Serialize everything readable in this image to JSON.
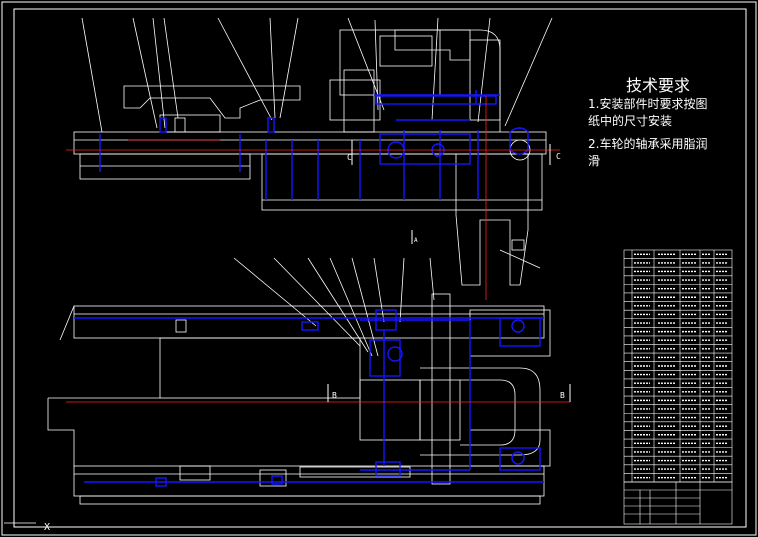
{
  "technical_requirements": {
    "title": "技术要求",
    "lines": [
      "1.安装部件时要求按图",
      "纸中的尺寸安装",
      "2.车轮的轴承采用脂润",
      "滑"
    ]
  },
  "section_marks": {
    "c_left": "C",
    "c_right": "C",
    "b_left": "B",
    "b_right": "B",
    "a_mark": "A"
  },
  "colors": {
    "outline": "#ffffff",
    "parts": "#1515ff",
    "centerline": "#ff2020",
    "background": "#000000"
  },
  "bom_table": {
    "rows": 27
  }
}
